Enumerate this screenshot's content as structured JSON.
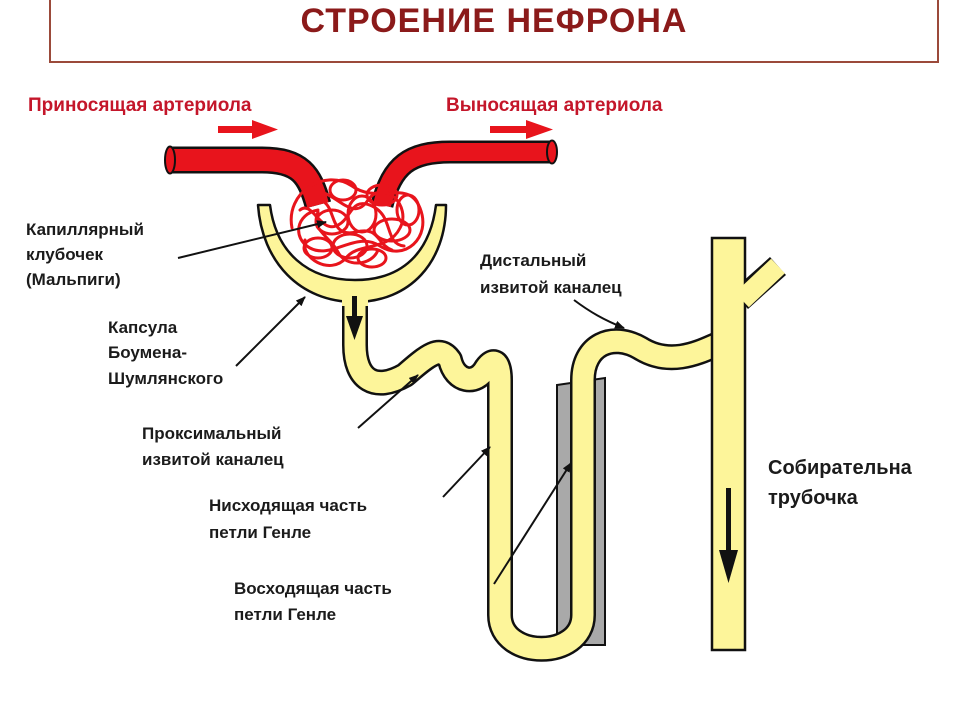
{
  "title": "СТРОЕНИЕ НЕФРОНА",
  "colors": {
    "title": "#8b1a1a",
    "artery": "#e8141c",
    "tubule": "#fdf59a",
    "outline": "#111111",
    "loop_core": "#a9a9a9",
    "label": "#1b1b1b",
    "arteriole_label": "#c4162a"
  },
  "labels": {
    "afferent_arteriole": "Приносящая артериола",
    "efferent_arteriole": "Выносящая артериола",
    "glomerulus": [
      "Капиллярный",
      "клубочек",
      "(Мальпиги)"
    ],
    "bowman_capsule": [
      "Капсула",
      "Боумена-",
      "Шумлянского"
    ],
    "proximal_tubule": [
      "Проксимальный",
      "извитой каналец"
    ],
    "descending_limb": [
      "Нисходящая часть",
      "петли Генле"
    ],
    "ascending_limb": [
      "Восходящая часть",
      "петли Генле"
    ],
    "distal_tubule": [
      "Дистальный",
      "извитой каналец"
    ],
    "collecting_duct": [
      "Собирательна",
      "трубочка"
    ]
  }
}
